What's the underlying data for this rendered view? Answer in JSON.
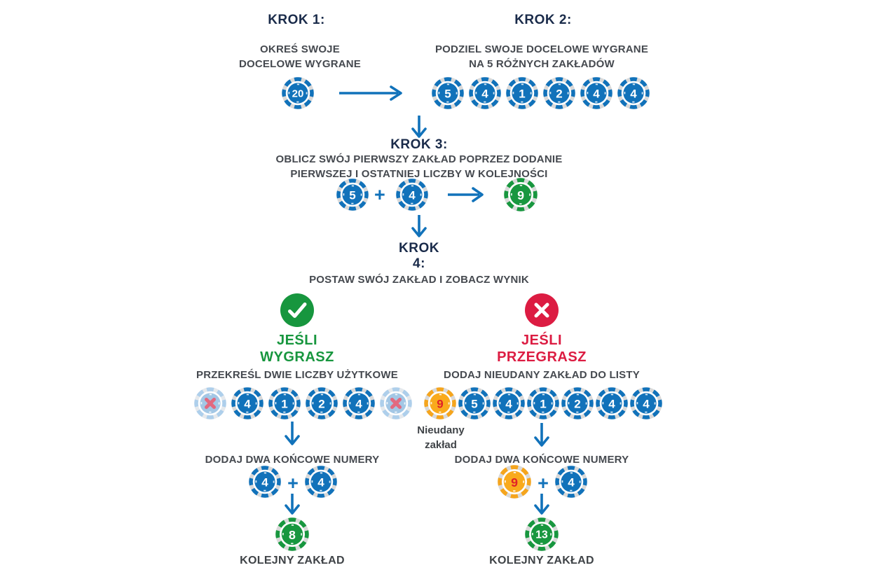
{
  "colors": {
    "navy": "#1a2b4a",
    "text": "#45494f",
    "label": "#3f4347",
    "blue": "#1172ba",
    "green": "#17963e",
    "red": "#dc1c42"
  },
  "chip_styles": {
    "blue": {
      "ring": "#1172ba",
      "gap": "#d9d9d9",
      "face": "#1172ba",
      "number": "#ffffff"
    },
    "green": {
      "ring": "#18973f",
      "gap": "#d9d9d9",
      "face": "#18973f",
      "number": "#ffffff"
    },
    "yellow": {
      "ring": "#f5a51d",
      "gap": "#d9d9d9",
      "face": "#f9aa1c",
      "number": "#e02128"
    },
    "faded": {
      "ring": "#aecfeb",
      "gap": "#e5e9ed",
      "face": "#a3c7e5",
      "x": "#e2697f"
    }
  },
  "step1": {
    "title": "KROK 1:",
    "line1": "OKREŚ SWOJE",
    "line2": "DOCELOWE WYGRANE",
    "chips": [
      {
        "value": "20",
        "style": "blue"
      }
    ]
  },
  "step2": {
    "title": "KROK 2:",
    "line1": "PODZIEL SWOJE DOCELOWE WYGRANE",
    "line2": "NA 5 RÓŻNYCH ZAKŁADÓW",
    "chips": [
      {
        "value": "5",
        "style": "blue"
      },
      {
        "value": "4",
        "style": "blue"
      },
      {
        "value": "1",
        "style": "blue"
      },
      {
        "value": "2",
        "style": "blue"
      },
      {
        "value": "4",
        "style": "blue"
      },
      {
        "value": "4",
        "style": "blue"
      }
    ]
  },
  "step3": {
    "title": "KROK 3:",
    "line1": "OBLICZ SWÓJ PIERWSZY ZAKŁAD POPRZEZ DODANIE",
    "line2": "PIERWSZEJ I OSTATNIEJ LICZBY W KOLEJNOŚCI",
    "first": {
      "value": "5",
      "style": "blue"
    },
    "plus": "+",
    "last": {
      "value": "4",
      "style": "blue"
    },
    "result": {
      "value": "9",
      "style": "green"
    }
  },
  "step4": {
    "title_line1": "KROK",
    "title_line2": "4:",
    "subtitle": "POSTAW SWÓJ ZAKŁAD I ZOBACZ WYNIK"
  },
  "win_branch": {
    "title_line1": "JEŚLI",
    "title_line2": "WYGRASZ",
    "instruction": "PRZEKREŚL DWIE LICZBY UŻYTKOWE",
    "chips": [
      {
        "style": "faded"
      },
      {
        "value": "4",
        "style": "blue"
      },
      {
        "value": "1",
        "style": "blue"
      },
      {
        "value": "2",
        "style": "blue"
      },
      {
        "value": "4",
        "style": "blue"
      },
      {
        "style": "faded"
      }
    ],
    "add_label": "DODAJ DWA KOŃCOWE NUMERY",
    "sum_left": {
      "value": "4",
      "style": "blue"
    },
    "plus": "+",
    "sum_right": {
      "value": "4",
      "style": "blue"
    },
    "result": {
      "value": "8",
      "style": "green",
      "size": 48
    },
    "result_label": "KOLEJNY ZAKŁAD"
  },
  "lose_branch": {
    "title_line1": "JEŚLI",
    "title_line2": "PRZEGRASZ",
    "instruction": "DODAJ NIEUDANY ZAKŁAD DO LISTY",
    "chips": [
      {
        "value": "9",
        "style": "yellow"
      },
      {
        "value": "5",
        "style": "blue"
      },
      {
        "value": "4",
        "style": "blue"
      },
      {
        "value": "1",
        "style": "blue"
      },
      {
        "value": "2",
        "style": "blue"
      },
      {
        "value": "4",
        "style": "blue"
      },
      {
        "value": "4",
        "style": "blue"
      }
    ],
    "failed_line1": "Nieudany",
    "failed_line2": "zakład",
    "add_label": "DODAJ DWA KOŃCOWE NUMERY",
    "sum_left": {
      "value": "9",
      "style": "yellow",
      "size": 48
    },
    "plus": "+",
    "sum_right": {
      "value": "4",
      "style": "blue"
    },
    "result": {
      "value": "13",
      "style": "green",
      "size": 48
    },
    "result_label": "KOLEJNY ZAKŁAD"
  }
}
